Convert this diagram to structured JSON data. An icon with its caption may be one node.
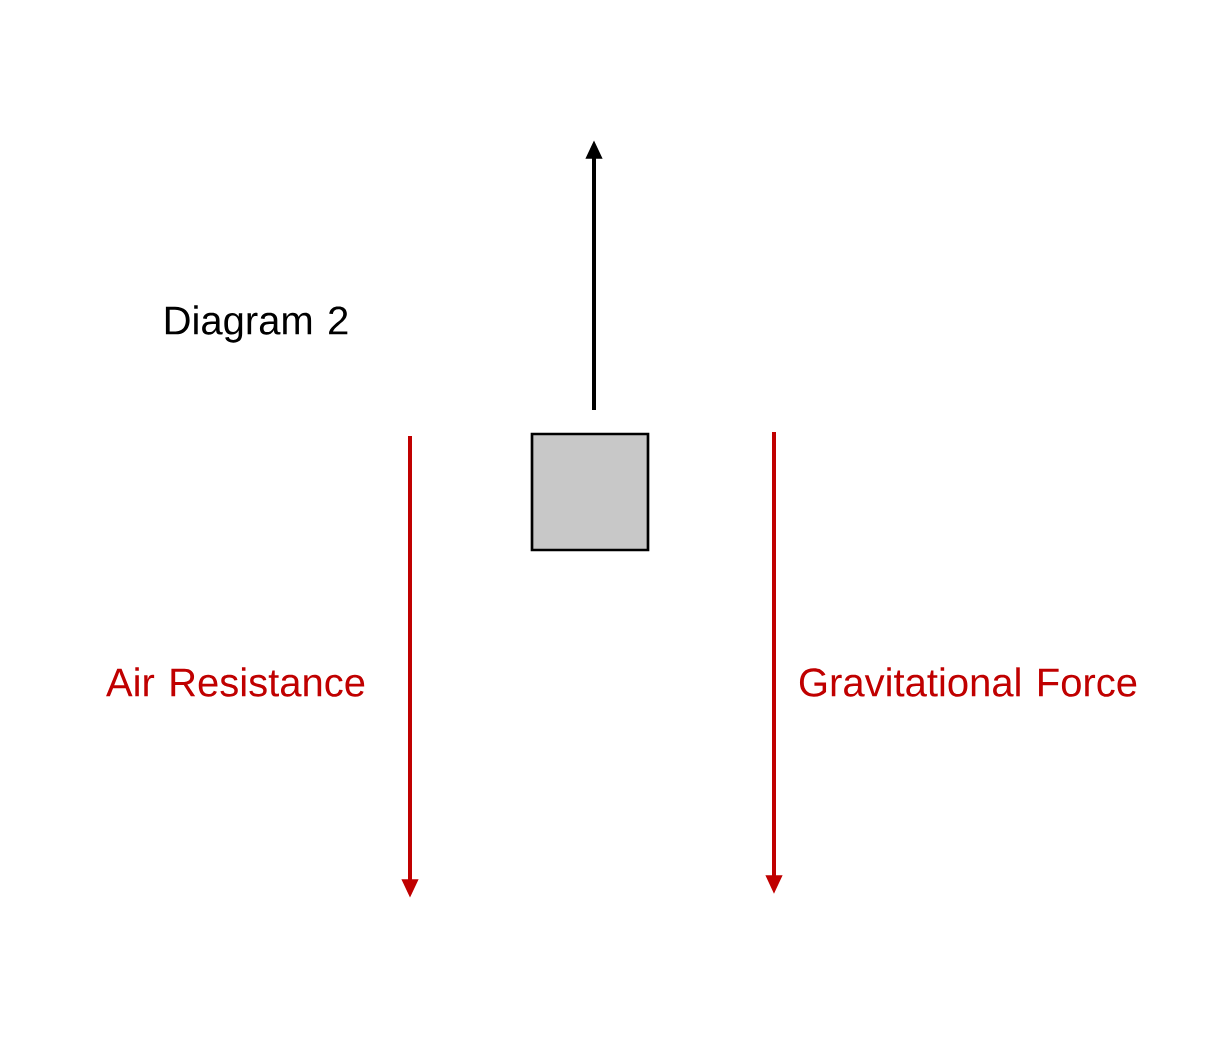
{
  "diagram": {
    "nodes": [
      {
        "text": [],
        "shape": "box"
      }
    ],
    "labels": [
      "Diagram 2",
      "Air Resistance",
      "Gravitational Force"
    ]
  }
}
